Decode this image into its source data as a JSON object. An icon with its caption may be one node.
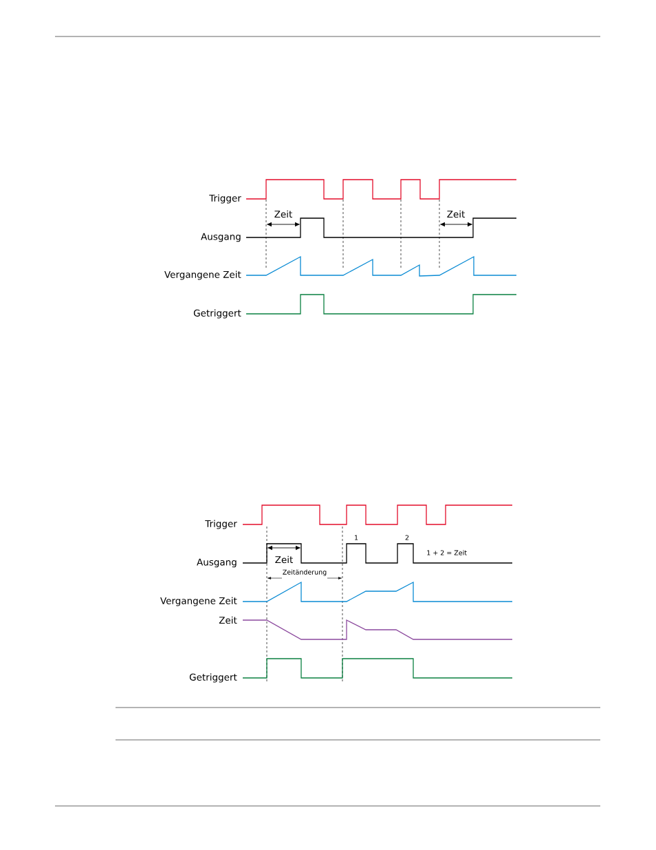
{
  "diagram": {
    "labels": [
      "Trigger",
      "Zeit",
      "Zeit",
      "Ausgang",
      "Vergangene Zeit",
      "Getriggert",
      "Trigger",
      "1",
      "2",
      "1 + 2 = Zeit",
      "Zeit",
      "Ausgang",
      "Zeitänderung",
      "Vergangene Zeit",
      "Zeit",
      "Getriggert"
    ]
  }
}
